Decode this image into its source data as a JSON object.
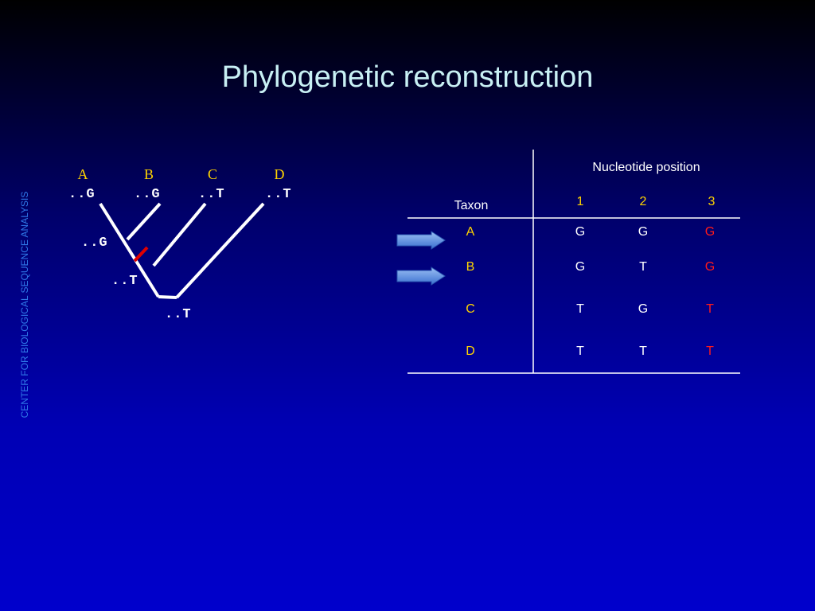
{
  "title": "Phylogenetic reconstruction",
  "sidebar_text": "CENTER FOR BIOLOGICAL SEQUENCE ANALYSIS",
  "tree": {
    "taxa": [
      "A",
      "B",
      "C",
      "D"
    ],
    "leaf_sequences": [
      "..G",
      "..G",
      "..T",
      "..T"
    ],
    "ancestor_ab": "..G",
    "ancestor_abc": "..T",
    "root": "..T",
    "mutation_mark_color": "#e00000"
  },
  "table": {
    "header_group": "Nucleotide position",
    "taxon_header": "Taxon",
    "positions": [
      "1",
      "2",
      "3"
    ],
    "rows": [
      {
        "taxon": "A",
        "values": [
          "G",
          "G",
          "G"
        ]
      },
      {
        "taxon": "B",
        "values": [
          "G",
          "T",
          "G"
        ]
      },
      {
        "taxon": "C",
        "values": [
          "T",
          "G",
          "T"
        ]
      },
      {
        "taxon": "D",
        "values": [
          "T",
          "T",
          "T"
        ]
      }
    ],
    "highlight_color": "#ff1a1a",
    "taxon_color": "#ffd400"
  },
  "arrows": {
    "points_to": [
      "A",
      "B"
    ],
    "color": "#5a8fe0"
  }
}
